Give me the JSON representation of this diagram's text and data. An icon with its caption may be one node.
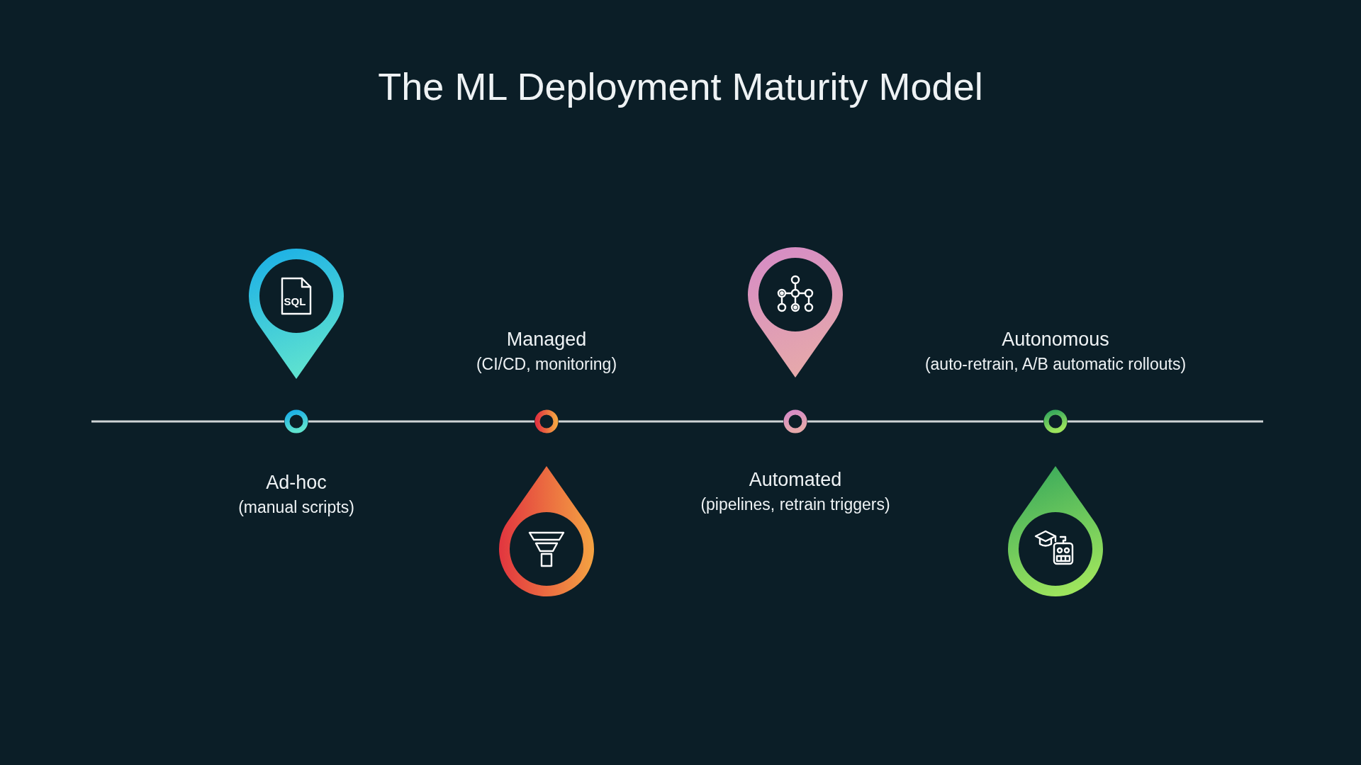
{
  "diagram": {
    "title": "The ML Deployment Maturity Model",
    "nodes": [
      {
        "text": [],
        "shape": "circle",
        "beside": [
          "Ad-hoc",
          "(manual scripts)"
        ]
      },
      {
        "text": [],
        "shape": "circle",
        "beside": [
          "Managed",
          "(CI/CD, monitoring)"
        ]
      },
      {
        "text": [],
        "shape": "circle",
        "beside": [
          "Automated",
          "(pipelines, retrain triggers)"
        ]
      },
      {
        "text": [],
        "shape": "circle",
        "beside": [
          "Autonomous",
          "(auto-retrain, A/B automatic rollouts)"
        ]
      }
    ],
    "edges": [
      {
        "from": null,
        "to": 0,
        "arrow": "none"
      },
      {
        "from": 0,
        "to": 1,
        "arrow": "none"
      },
      {
        "from": 1,
        "to": 2,
        "arrow": "none"
      },
      {
        "from": 2,
        "to": 3,
        "arrow": "none"
      },
      {
        "from": 3,
        "to": null,
        "arrow": "none"
      }
    ],
    "labels": [
      "SQL"
    ]
  }
}
